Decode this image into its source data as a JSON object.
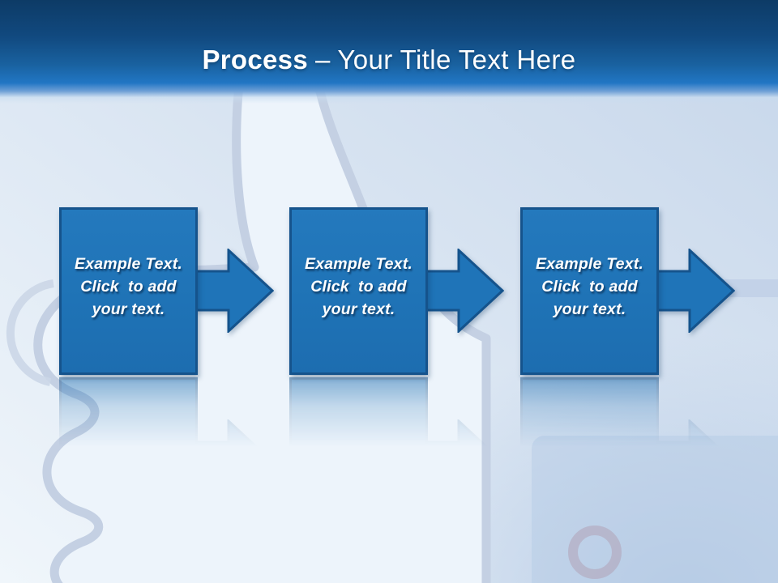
{
  "slide": {
    "header": {
      "title_primary": "Process",
      "title_divider": "–",
      "title_secondary": "Your Title Text Here"
    },
    "steps": [
      {
        "label": "Example Text.\nClick  to add\nyour text."
      },
      {
        "label": "Example Text.\nClick  to add\nyour text."
      },
      {
        "label": "Example Text.\nClick  to add\nyour text."
      }
    ],
    "colors": {
      "shape_fill": "#1F74B8",
      "shape_border": "#15538C",
      "header_top": "#0D3B66",
      "header_bottom": "#2176C4",
      "background_light": "#F0F6FB",
      "background_blue": "#C6D6EA",
      "watermark_line": "#C4D0E3",
      "accent_ring": "#AC90A4"
    },
    "watermark": {
      "icon": "thumbs-up-like-watermark"
    }
  }
}
